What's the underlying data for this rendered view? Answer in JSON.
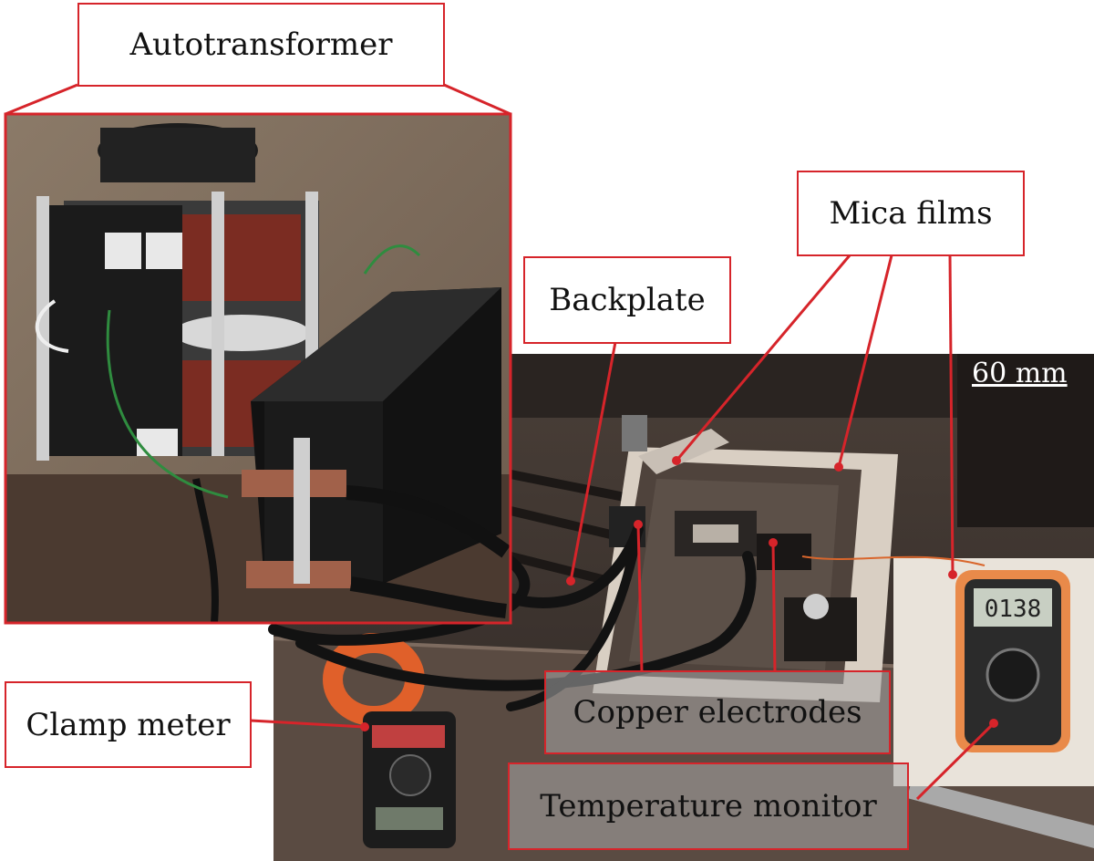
{
  "labels": {
    "autotransformer": "Autotransformer",
    "mica_films": "Mica films",
    "backplate": "Backplate",
    "clamp_meter": "Clamp meter",
    "copper_electrodes": "Copper electrodes",
    "temperature_monitor": "Temperature monitor"
  },
  "scale_bar": "60 mm",
  "meter_reading": "0138",
  "colors": {
    "callout": "#d6242a"
  }
}
